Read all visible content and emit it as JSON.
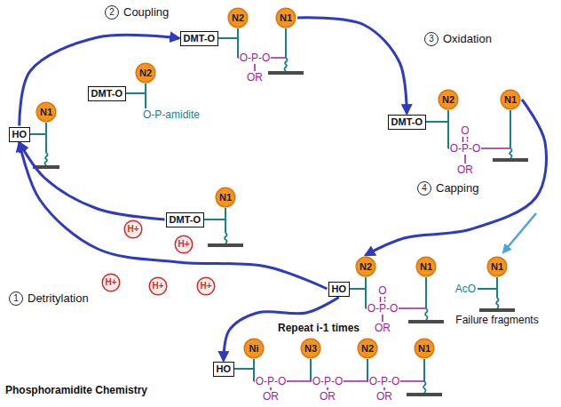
{
  "diagram": {
    "caption": "Phosphoramidite Chemistry",
    "nodes": [
      {
        "text": [
          "2",
          "Coupling"
        ]
      },
      {
        "text": [
          "DMT-O"
        ]
      },
      {
        "text": [
          "N2"
        ]
      },
      {
        "text": [
          "N1"
        ]
      },
      {
        "text": [
          "3",
          "Oxidation"
        ]
      },
      {
        "text": [
          "DMT-O"
        ]
      },
      {
        "text": [
          "N2"
        ]
      },
      {
        "text": [
          "HO"
        ]
      },
      {
        "text": [
          "N1"
        ]
      },
      {
        "text": [
          "DMT-O"
        ]
      },
      {
        "text": [
          "N2"
        ]
      },
      {
        "text": [
          "N1"
        ]
      },
      {
        "text": [
          "4",
          "Capping"
        ]
      },
      {
        "text": [
          "DMT-O"
        ]
      },
      {
        "text": [
          "N1"
        ]
      },
      {
        "text": [
          "H+"
        ]
      },
      {
        "text": [
          "H+"
        ]
      },
      {
        "text": [
          "H+"
        ]
      },
      {
        "text": [
          "H+"
        ]
      },
      {
        "text": [
          "H+"
        ]
      },
      {
        "text": [
          "N1"
        ]
      },
      {
        "text": [
          "N2"
        ]
      },
      {
        "text": [
          "N1"
        ]
      },
      {
        "text": [
          "HO"
        ]
      },
      {
        "text": [
          "1",
          "Detritylation"
        ]
      },
      {
        "text": [
          "HO"
        ]
      },
      {
        "text": [
          "Ni"
        ]
      },
      {
        "text": [
          "N3"
        ]
      },
      {
        "text": [
          "N2"
        ]
      },
      {
        "text": [
          "N1"
        ]
      }
    ],
    "edges": [
      {
        "from": 7,
        "to": 1,
        "arrow": "to"
      },
      {
        "from": 3,
        "to": 9,
        "arrow": "to"
      },
      {
        "from": 11,
        "to": 21,
        "arrow": "to"
      },
      {
        "from": 23,
        "to": 7,
        "arrow": "to"
      },
      {
        "from": 13,
        "to": 7,
        "arrow": "to"
      },
      {
        "from": 23,
        "to": 25,
        "arrow": "to"
      }
    ],
    "labels": [
      "O-P-O",
      "OR",
      "O-P-amidite",
      "O",
      "O-P-O",
      "OR",
      "AcO",
      "Failure fragments",
      "O",
      "O-P-O",
      "OR",
      "Repeat i-1 times",
      "O-P-O",
      "OR",
      "O-P-O",
      "OR",
      "O-P-O",
      "OR"
    ]
  }
}
